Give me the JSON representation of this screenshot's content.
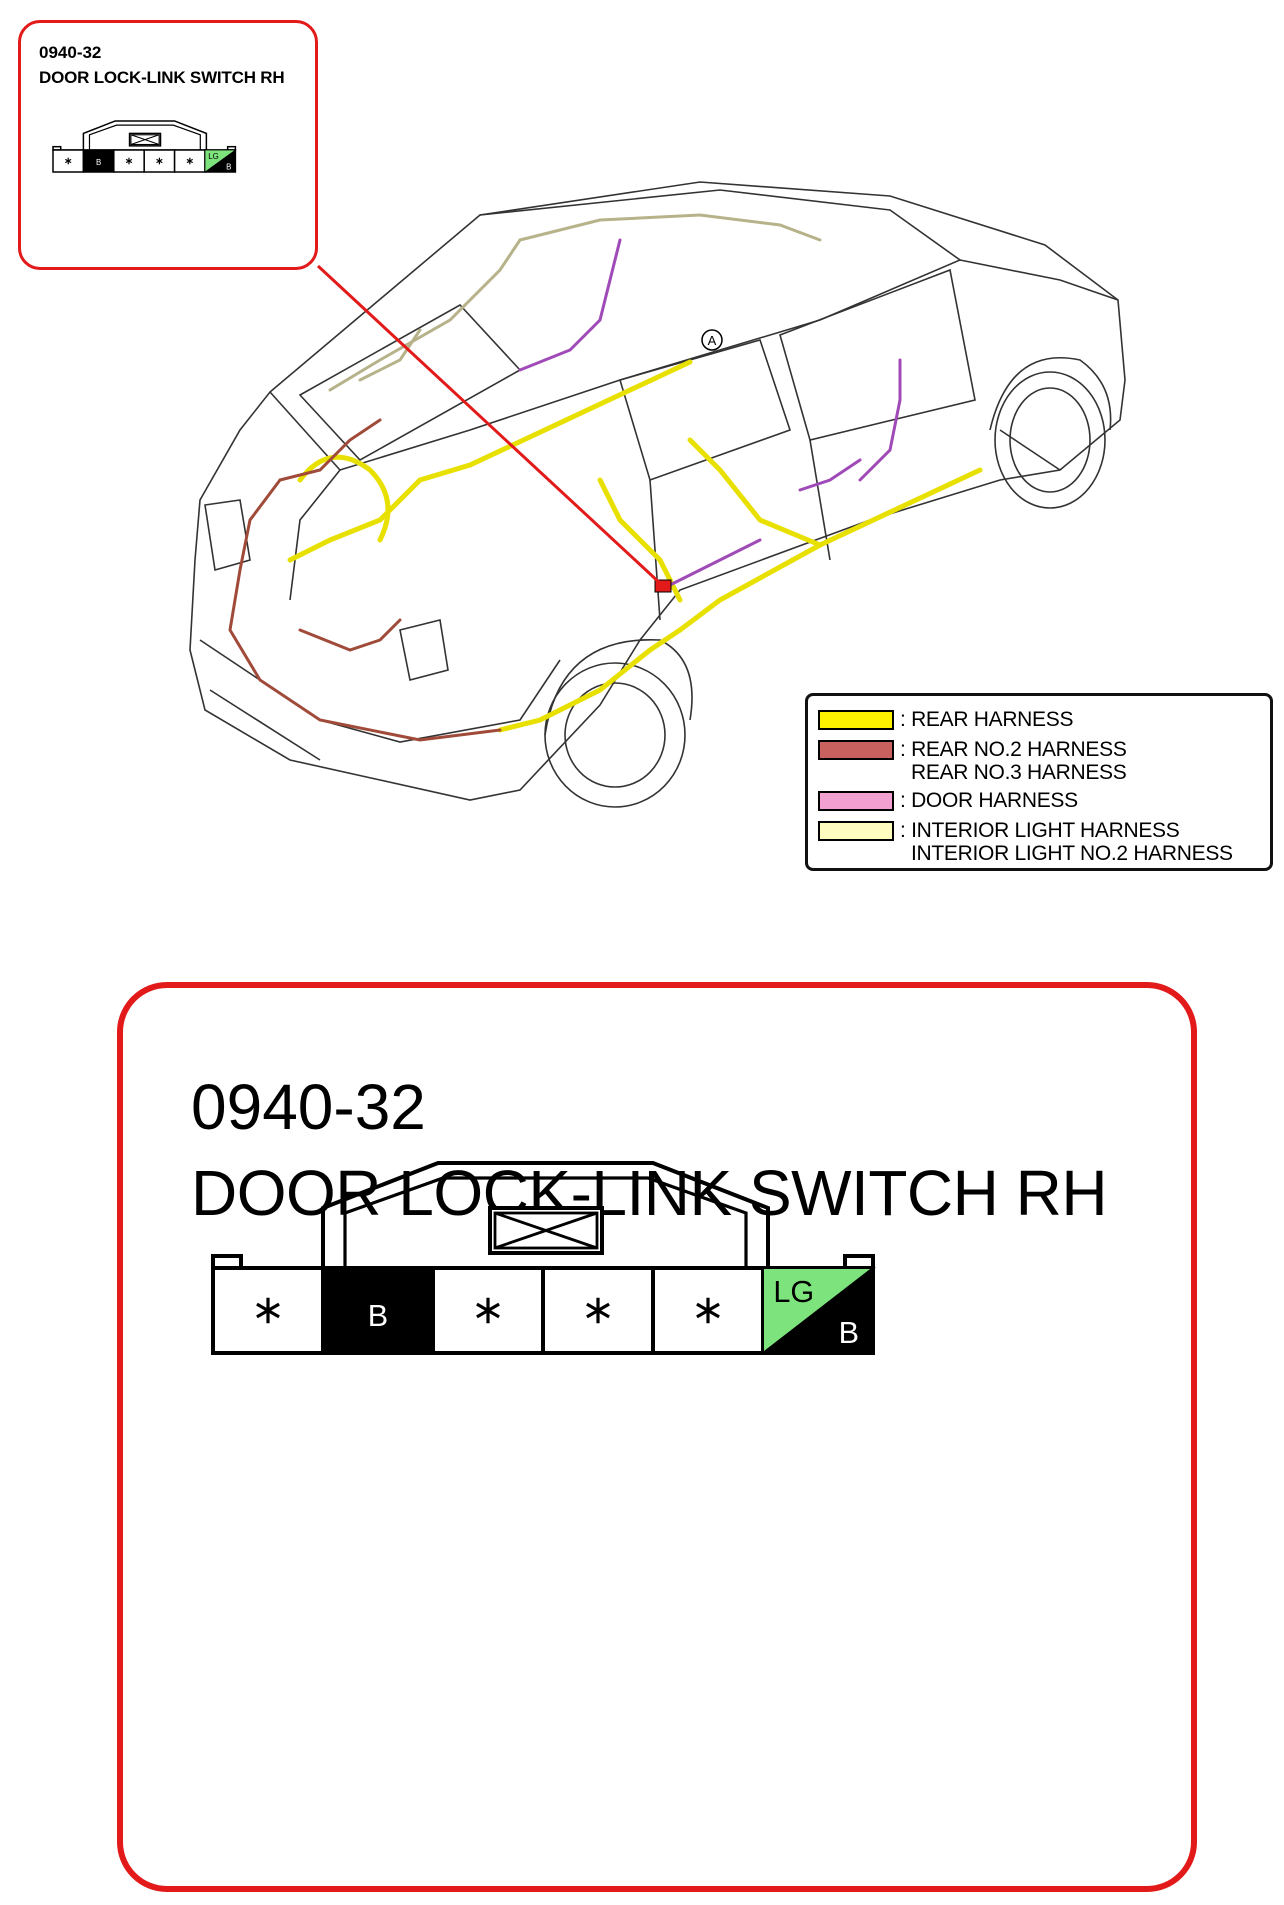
{
  "connector": {
    "code": "0940-32",
    "name": "DOOR LOCK-LINK SWITCH RH",
    "pins": [
      {
        "label": "*",
        "style": "empty"
      },
      {
        "label": "B",
        "style": "black"
      },
      {
        "label": "*",
        "style": "empty"
      },
      {
        "label": "*",
        "style": "empty"
      },
      {
        "label": "*",
        "style": "empty"
      },
      {
        "label": "LG",
        "label2": "B",
        "style": "split"
      }
    ]
  },
  "reference_marker": "A",
  "legend": [
    {
      "color": "#fff200",
      "label": ": REAR HARNESS"
    },
    {
      "color": "#c9625e",
      "label": ": REAR NO.2 HARNESS",
      "label2": "REAR NO.3 HARNESS"
    },
    {
      "color": "#f2a0d0",
      "label": ": DOOR HARNESS"
    },
    {
      "color": "#fffcc0",
      "label": ": INTERIOR LIGHT HARNESS",
      "label2": "INTERIOR LIGHT NO.2 HARNESS"
    }
  ],
  "colors": {
    "callout_border": "#e21a1a",
    "rear_harness": "#e8e000",
    "rear_no2_harness": "#a04a3a",
    "door_harness": "#a04ab8",
    "interior_light_harness": "#b6b28a",
    "pin_lg_fill": "#7de37d"
  },
  "icons": [
    "connector-diagram",
    "vehicle-wiring-diagram",
    "circle-marker"
  ]
}
